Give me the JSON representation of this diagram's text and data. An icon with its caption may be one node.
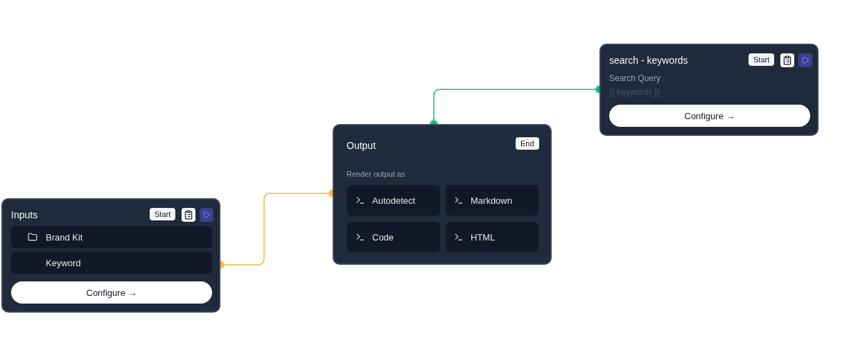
{
  "diagram": {
    "nodes": [
      {
        "text": [
          "search - keywords",
          "Start",
          "Search Query",
          "{{ keywords }}",
          "Configure →"
        ]
      },
      {
        "text": [
          "Output",
          "End",
          "Render output as"
        ]
      },
      {
        "text": [
          "Autodetect"
        ],
        "in": 1
      },
      {
        "text": [
          "Markdown"
        ],
        "in": 1
      },
      {
        "text": [
          "Code"
        ],
        "in": 1
      },
      {
        "text": [
          "HTML"
        ],
        "in": 1
      },
      {
        "text": [
          "Inputs",
          "Start",
          "Configure →"
        ]
      },
      {
        "text": [
          "Brand Kit"
        ],
        "in": 6
      },
      {
        "text": [
          "Keyword"
        ],
        "in": 6
      }
    ],
    "edges": [
      {
        "from": 0,
        "to": 1,
        "arrow": "other",
        "color": "#10b981"
      },
      {
        "from": 6,
        "to": 1,
        "arrow": "other",
        "color": "#f5b53f"
      }
    ]
  }
}
